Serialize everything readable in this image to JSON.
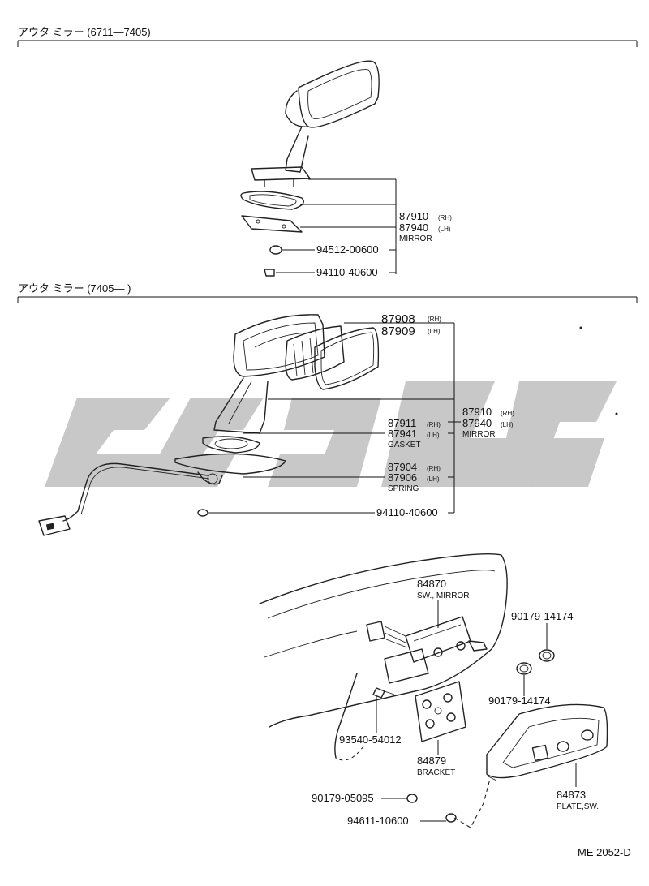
{
  "sections": [
    {
      "title": "アウタ ミラー (6711—7405)"
    },
    {
      "title": "アウタ ミラー (7405—        )"
    }
  ],
  "parts": {
    "p87910_top": {
      "num": "87910",
      "side": "(RH)"
    },
    "p87940_top": {
      "num": "87940",
      "side": "(LH)",
      "name": "MIRROR"
    },
    "p94512": {
      "num": "94512-00600"
    },
    "p94110_top": {
      "num": "94110-40600"
    },
    "p87908": {
      "num": "87908",
      "side": "(RH)"
    },
    "p87909": {
      "num": "87909",
      "side": "(LH)"
    },
    "p87910_mid": {
      "num": "87910",
      "side": "(RH)"
    },
    "p87940_mid": {
      "num": "87940",
      "side": "(LH)",
      "name": "MIRROR"
    },
    "p87911": {
      "num": "87911",
      "side": "(RH)"
    },
    "p87941": {
      "num": "87941",
      "side": "(LH)",
      "name": "GASKET"
    },
    "p87904": {
      "num": "87904",
      "side": "(RH)"
    },
    "p87906": {
      "num": "87906",
      "side": "(LH)",
      "name": "SPRING"
    },
    "p94110_mid": {
      "num": "94110-40600"
    },
    "p84870": {
      "num": "84870",
      "name": "SW., MIRROR"
    },
    "p90179_a": {
      "num": "90179-14174"
    },
    "p90179_b": {
      "num": "90179-14174"
    },
    "p93540": {
      "num": "93540-54012"
    },
    "p84879": {
      "num": "84879",
      "name": "BRACKET"
    },
    "p84873": {
      "num": "84873",
      "name": "PLATE,SW."
    },
    "p90179_c": {
      "num": "90179-05095"
    },
    "p94611": {
      "num": "94611-10600"
    }
  },
  "footer": {
    "code": "ME 2052-D"
  },
  "colors": {
    "ink": "#222222",
    "watermark": "#c8c8c8",
    "background": "#ffffff"
  }
}
